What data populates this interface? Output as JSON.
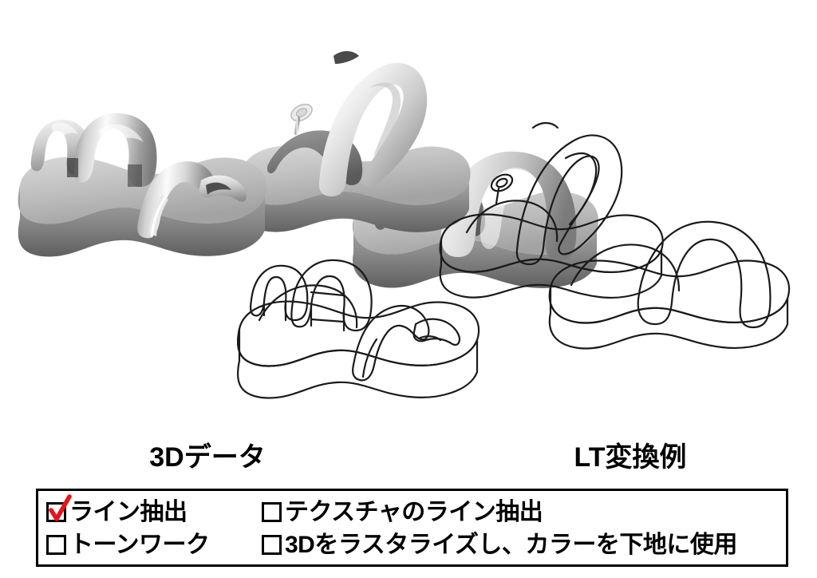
{
  "illustration": {
    "left_panel": {
      "name": "3d-shaded-sandals-render",
      "description": "Three shaded grayscale 3D-rendered sandals"
    },
    "right_panel": {
      "name": "line-art-sandals-render",
      "description": "Three black outline line-art sandals"
    },
    "colors": {
      "line": "#1a1a1a",
      "background": "#ffffff",
      "shade_light": "#f4f4f4",
      "shade_mid": "#b8b8b8",
      "shade_dark": "#6e6e6e",
      "shade_darkest": "#4a4a4a"
    }
  },
  "captions": {
    "source": "3Dデータ",
    "result": "LT変換例"
  },
  "options_panel": {
    "rows": [
      {
        "left": {
          "label": "ライン抽出",
          "checked": true
        },
        "right": {
          "label": "テクスチャのライン抽出",
          "checked": false
        }
      },
      {
        "left": {
          "label": "トーンワーク",
          "checked": false
        },
        "right": {
          "label": "3Dをラスタライズし、カラーを下地に使用",
          "checked": false
        }
      }
    ],
    "check_color": "#e8131a"
  }
}
